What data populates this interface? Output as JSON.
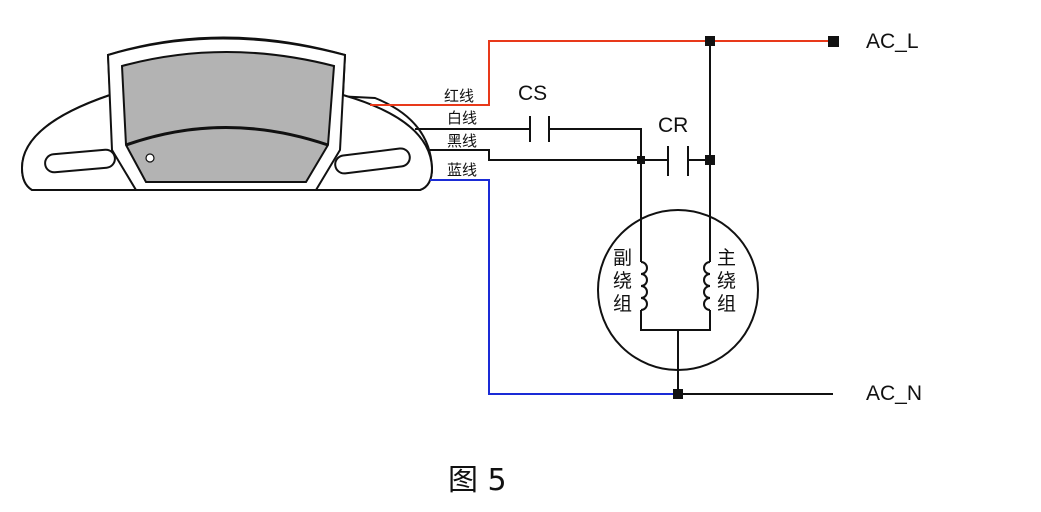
{
  "wire_labels": {
    "red": "红线",
    "white": "白线",
    "black": "黑线",
    "blue": "蓝线"
  },
  "capacitors": {
    "start": "CS",
    "run": "CR"
  },
  "terminals": {
    "line": "AC_L",
    "neutral": "AC_N"
  },
  "windings": {
    "auxiliary": [
      "副",
      "绕",
      "组"
    ],
    "main": [
      "主",
      "绕",
      "组"
    ]
  },
  "caption": "图 5",
  "colors": {
    "red_wire": "#e8391a",
    "blue_wire": "#1a2bd6",
    "line": "#111111",
    "housing_fill": "#ffffff",
    "window_fill": "#b3b3b3"
  }
}
